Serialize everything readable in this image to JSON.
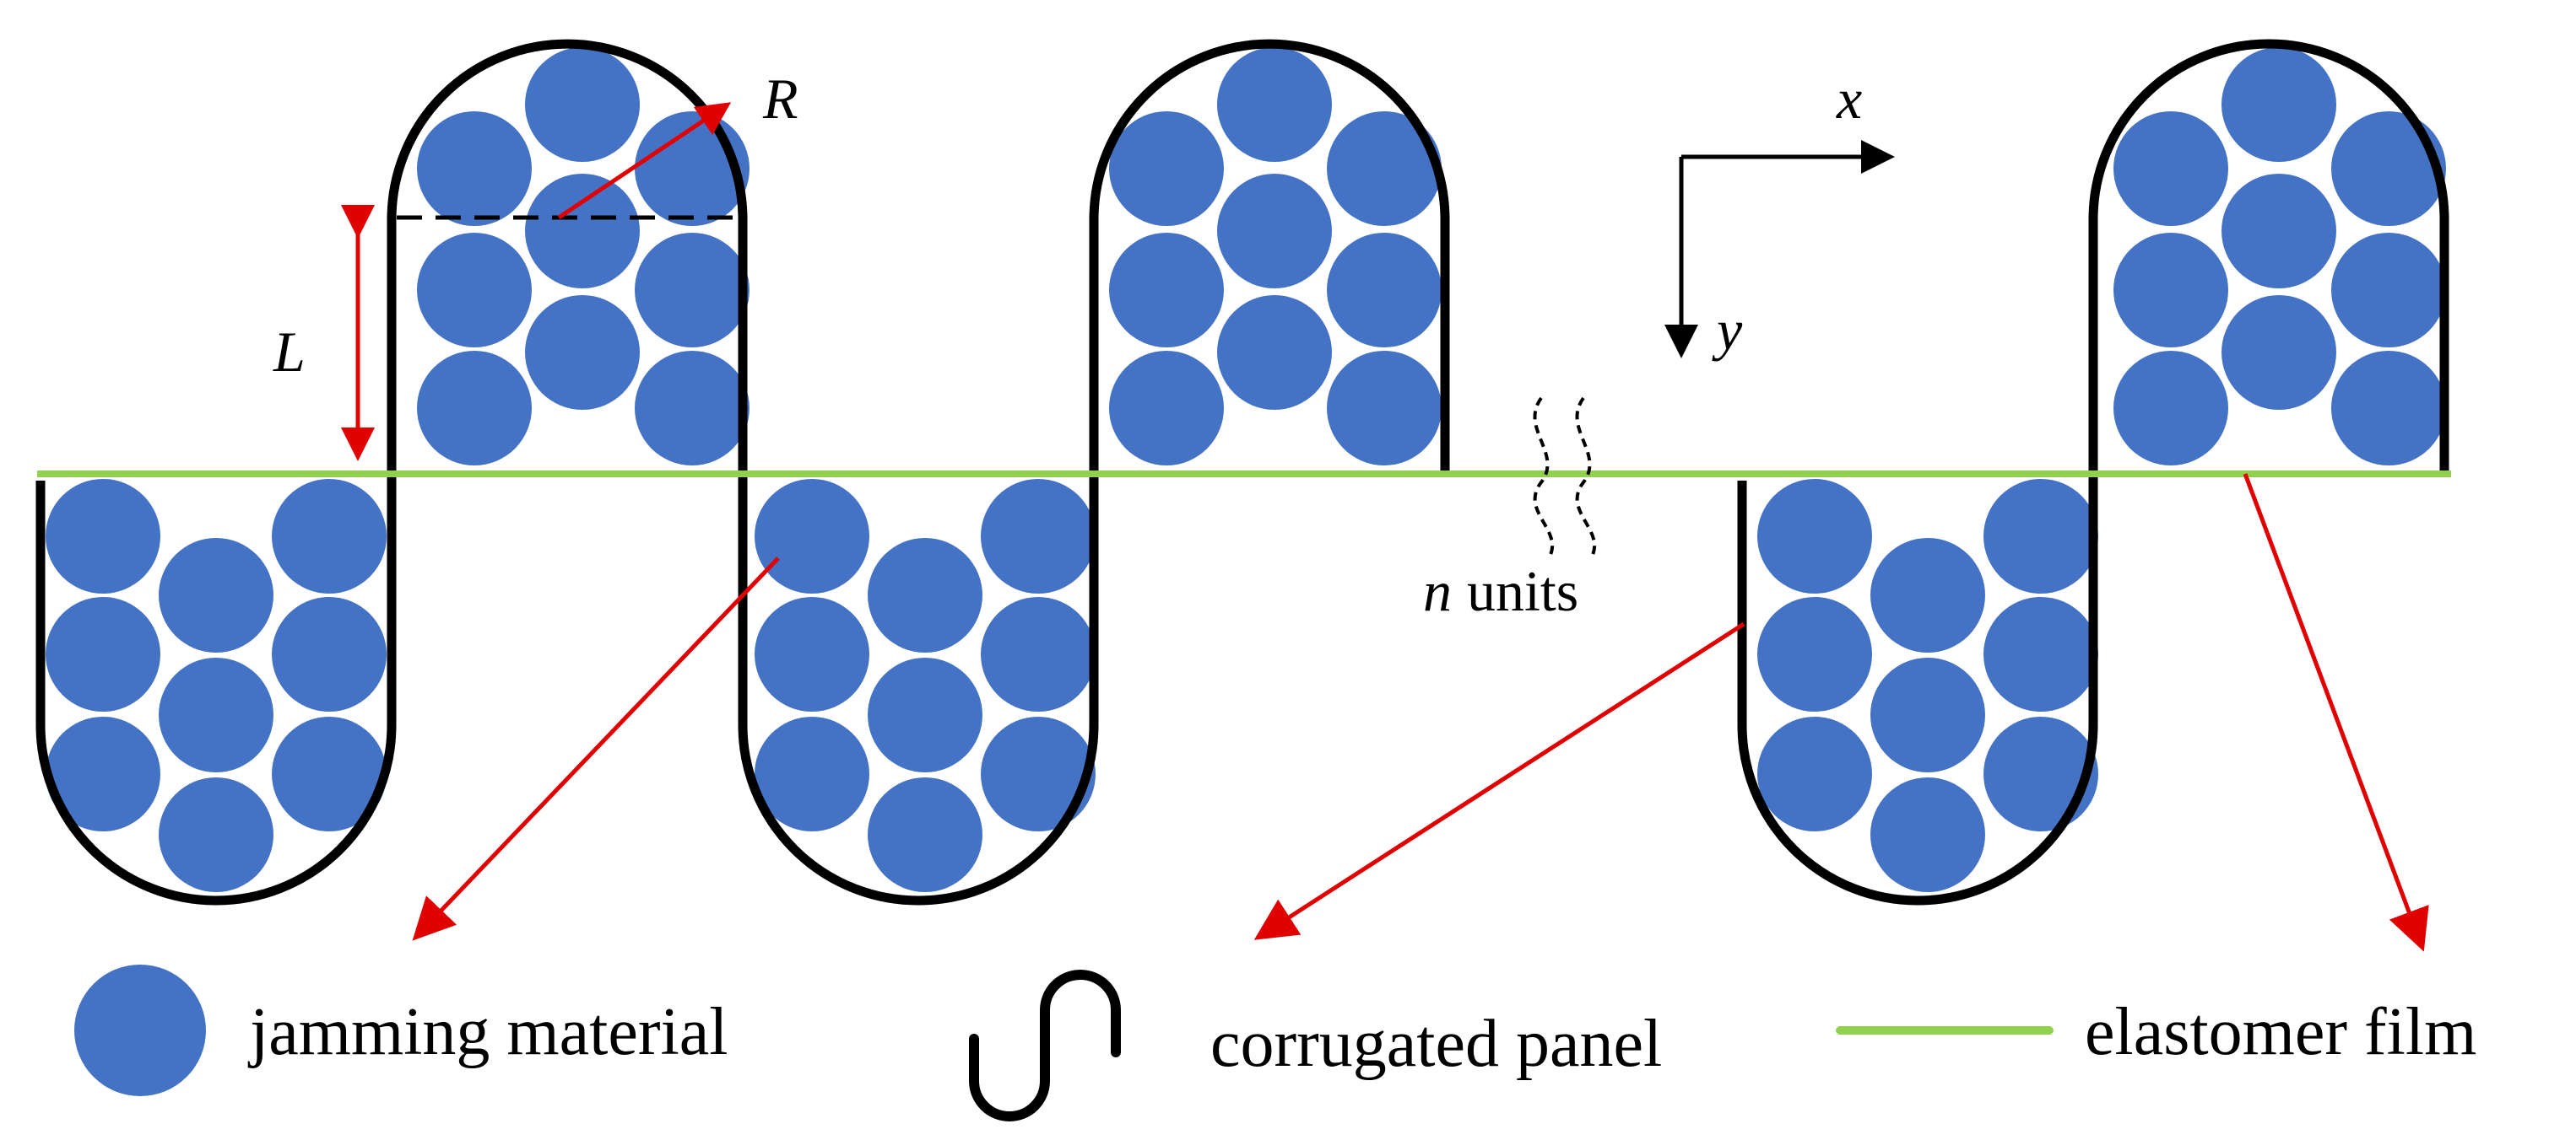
{
  "labels": {
    "R": "R",
    "L": "L",
    "x": "x",
    "y": "y",
    "n_units_var": "n",
    "n_units_text": "units"
  },
  "legend": {
    "jamming_material": "jamming material",
    "corrugated_panel": "corrugated panel",
    "elastomer_film": "elastomer film"
  },
  "colors": {
    "particle": "#4472C4",
    "panel": "#000000",
    "film": "#92D050",
    "annotation_arrow": "#E00000",
    "axis": "#000000"
  }
}
